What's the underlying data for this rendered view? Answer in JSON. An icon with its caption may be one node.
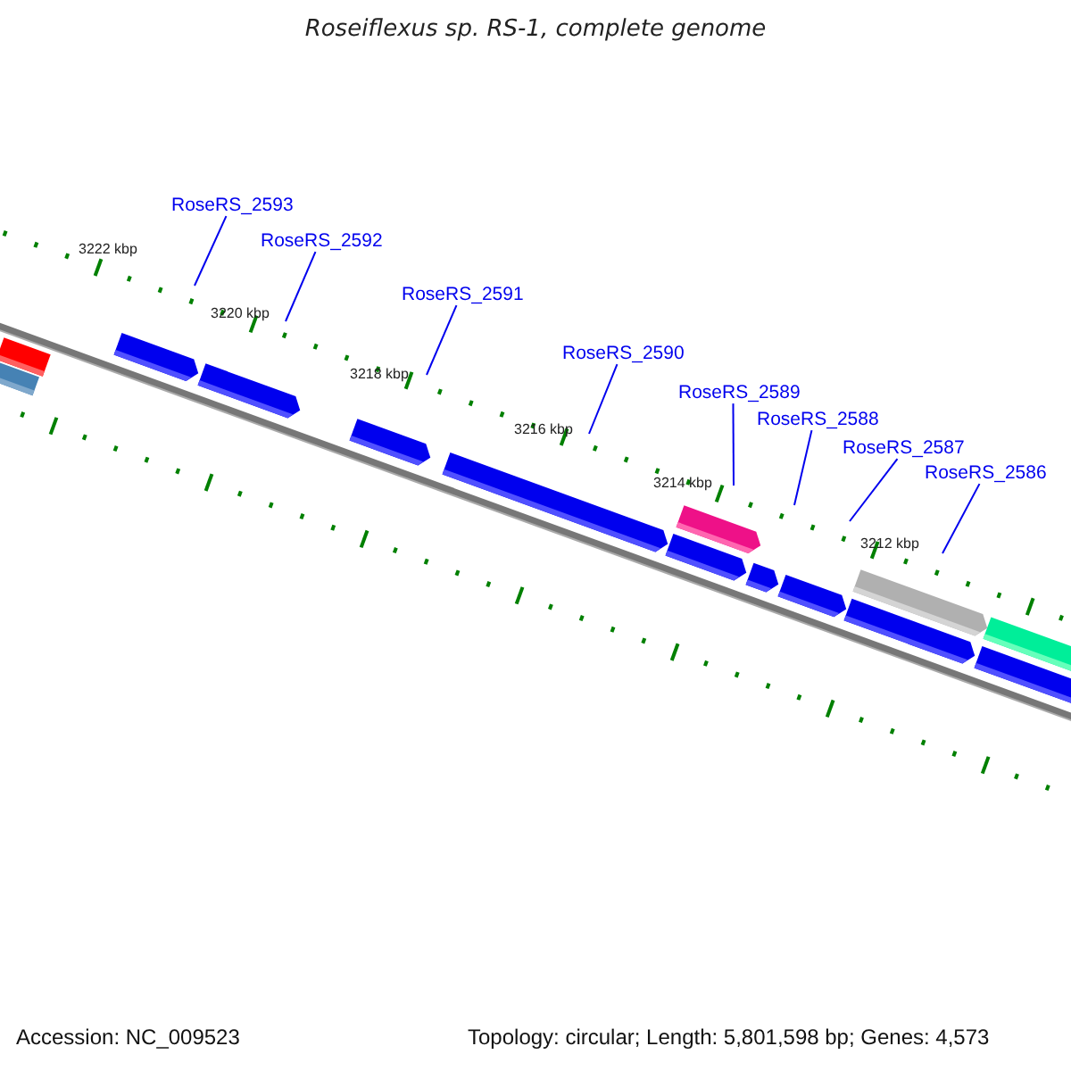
{
  "diagram": {
    "title": "Roseiflexus sp. RS-1, complete genome",
    "nodes": [
      {
        "text": [
          "RoseRS_2593"
        ]
      },
      {
        "text": [
          "RoseRS_2592"
        ]
      },
      {
        "text": [
          "RoseRS_2591"
        ]
      },
      {
        "text": [
          "RoseRS_2590"
        ]
      },
      {
        "text": [
          "RoseRS_2589"
        ]
      },
      {
        "text": [
          "RoseRS_2588"
        ]
      },
      {
        "text": [
          "RoseRS_2587"
        ]
      },
      {
        "text": [
          "RoseRS_2586"
        ]
      }
    ],
    "edges": [
      {
        "from": 0,
        "to": null,
        "arrow": "none"
      },
      {
        "from": 1,
        "to": null,
        "arrow": "none"
      },
      {
        "from": 2,
        "to": null,
        "arrow": "none"
      },
      {
        "from": 3,
        "to": null,
        "arrow": "none"
      },
      {
        "from": 4,
        "to": null,
        "arrow": "none"
      },
      {
        "from": 5,
        "to": null,
        "arrow": "none"
      },
      {
        "from": 6,
        "to": null,
        "arrow": "none"
      },
      {
        "from": 7,
        "to": null,
        "arrow": "none"
      }
    ],
    "labels": [
      "3222 kbp",
      "3220 kbp",
      "3218 kbp",
      "3216 kbp",
      "3214 kbp",
      "3212 kbp",
      "Accession: NC_009523",
      "Topology: circular; Length: 5,801,598 bp; Genes: 4,573"
    ]
  }
}
